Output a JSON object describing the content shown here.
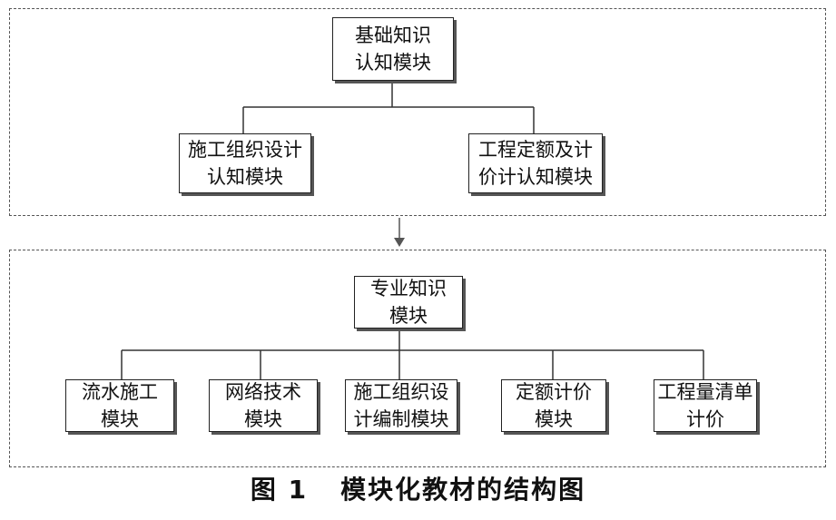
{
  "top_group": {
    "root": {
      "line1": "基础知识",
      "line2": "认知模块"
    },
    "children": [
      {
        "line1": "施工组织设计",
        "line2": "认知模块"
      },
      {
        "line1": "工程定额及计",
        "line2": "价计认知模块"
      }
    ]
  },
  "bottom_group": {
    "root": {
      "line1": "专业知识",
      "line2": "模块"
    },
    "children": [
      {
        "line1": "流水施工",
        "line2": "模块"
      },
      {
        "line1": "网络技术",
        "line2": "模块"
      },
      {
        "line1": "施工组织设",
        "line2": "计编制模块"
      },
      {
        "line1": "定额计价",
        "line2": "模块"
      },
      {
        "line1": "工程量清单",
        "line2": "计价"
      }
    ]
  },
  "caption": {
    "number": "图 1",
    "title": "模块化教材的结构图"
  }
}
